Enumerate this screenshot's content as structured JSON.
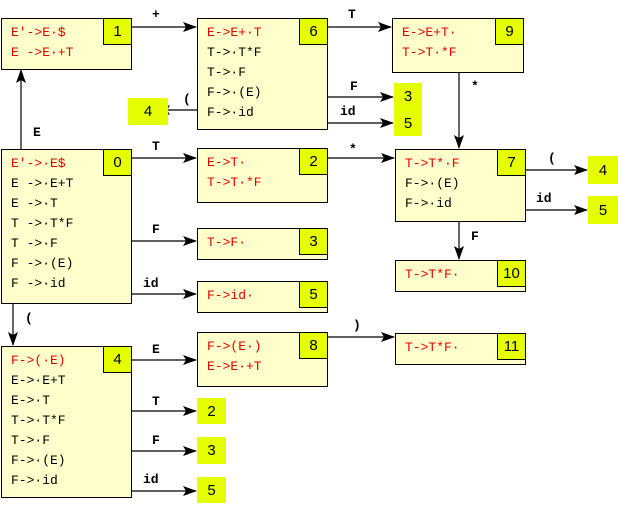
{
  "diagram": {
    "type": "LR(0) automaton",
    "colors": {
      "state_fill": "#ffffcc",
      "state_number_fill": "#e6ff00",
      "kernel_item": "#e00000",
      "closure_item": "#000000"
    },
    "states": {
      "s0": {
        "number": "0",
        "items": [
          {
            "text": "E'->·E$",
            "kernel": true
          },
          {
            "text": "E ->·E+T",
            "kernel": false
          },
          {
            "text": "E ->·T",
            "kernel": false
          },
          {
            "text": "T ->·T*F",
            "kernel": false
          },
          {
            "text": "T ->·F",
            "kernel": false
          },
          {
            "text": "F ->·(E)",
            "kernel": false
          },
          {
            "text": "F ->·id",
            "kernel": false
          }
        ]
      },
      "s1": {
        "number": "1",
        "items": [
          {
            "text": "E'->E·$",
            "kernel": true
          },
          {
            "text": "E ->E·+T",
            "kernel": true
          }
        ]
      },
      "s2": {
        "number": "2",
        "items": [
          {
            "text": "E->T·",
            "kernel": true
          },
          {
            "text": "T->T·*F",
            "kernel": true
          }
        ]
      },
      "s3": {
        "number": "3",
        "items": [
          {
            "text": "T->F·",
            "kernel": true
          }
        ]
      },
      "s4": {
        "number": "4",
        "items": [
          {
            "text": "F->(·E)",
            "kernel": true
          },
          {
            "text": "E->·E+T",
            "kernel": false
          },
          {
            "text": "E->·T",
            "kernel": false
          },
          {
            "text": "T->·T*F",
            "kernel": false
          },
          {
            "text": "T->·F",
            "kernel": false
          },
          {
            "text": "F->·(E)",
            "kernel": false
          },
          {
            "text": "F->·id",
            "kernel": false
          }
        ]
      },
      "s5": {
        "number": "5",
        "items": [
          {
            "text": "F->id·",
            "kernel": true
          }
        ]
      },
      "s6": {
        "number": "6",
        "items": [
          {
            "text": "E->E+·T",
            "kernel": true
          },
          {
            "text": "T->·T*F",
            "kernel": false
          },
          {
            "text": "T->·F",
            "kernel": false
          },
          {
            "text": "F->·(E)",
            "kernel": false
          },
          {
            "text": "F->·id",
            "kernel": false
          }
        ]
      },
      "s7": {
        "number": "7",
        "items": [
          {
            "text": "T->T*·F",
            "kernel": true
          },
          {
            "text": "F->·(E)",
            "kernel": false
          },
          {
            "text": "F->·id",
            "kernel": false
          }
        ]
      },
      "s8": {
        "number": "8",
        "items": [
          {
            "text": "F->(E·)",
            "kernel": true
          },
          {
            "text": "E->E·+T",
            "kernel": true
          }
        ]
      },
      "s9": {
        "number": "9",
        "items": [
          {
            "text": "E->E+T·",
            "kernel": true
          },
          {
            "text": "T->T·*F",
            "kernel": true
          }
        ]
      },
      "s10": {
        "number": "10",
        "items": [
          {
            "text": "T->T*F·",
            "kernel": true
          }
        ]
      },
      "s11": {
        "number": "11",
        "items": [
          {
            "text": "T->T*F·",
            "kernel": true
          }
        ]
      }
    },
    "transitions": [
      {
        "from": "0",
        "to": "1",
        "symbol": "E"
      },
      {
        "from": "0",
        "to": "2",
        "symbol": "T"
      },
      {
        "from": "0",
        "to": "3",
        "symbol": "F"
      },
      {
        "from": "0",
        "to": "5",
        "symbol": "id"
      },
      {
        "from": "0",
        "to": "4",
        "symbol": "("
      },
      {
        "from": "1",
        "to": "6",
        "symbol": "+"
      },
      {
        "from": "6",
        "to": "9",
        "symbol": "T"
      },
      {
        "from": "6",
        "to": "3",
        "symbol": "F"
      },
      {
        "from": "6",
        "to": "5",
        "symbol": "id"
      },
      {
        "from": "6",
        "to": "4",
        "symbol": "("
      },
      {
        "from": "9",
        "to": "7",
        "symbol": "*"
      },
      {
        "from": "2",
        "to": "7",
        "symbol": "*"
      },
      {
        "from": "7",
        "to": "4",
        "symbol": "("
      },
      {
        "from": "7",
        "to": "5",
        "symbol": "id"
      },
      {
        "from": "7",
        "to": "10",
        "symbol": "F"
      },
      {
        "from": "4",
        "to": "8",
        "symbol": "E"
      },
      {
        "from": "4",
        "to": "2",
        "symbol": "T"
      },
      {
        "from": "4",
        "to": "3",
        "symbol": "F"
      },
      {
        "from": "4",
        "to": "5",
        "symbol": "id"
      },
      {
        "from": "8",
        "to": "11",
        "symbol": ")"
      }
    ],
    "refs": {
      "r6_4": "4",
      "r6_3": "3",
      "r6_5": "5",
      "r7_4": "4",
      "r7_5": "5",
      "r4_2": "2",
      "r4_3": "3",
      "r4_5": "5"
    },
    "labels": {
      "l0_1": "E",
      "l0_2": "T",
      "l0_3": "F",
      "l0_5": "id",
      "l0_4": "(",
      "l1_6": "+",
      "l6_9": "T",
      "l6_3": "F",
      "l6_5": "id",
      "l6_4": "(",
      "l9_7": "*",
      "l2_7": "*",
      "l7_4": "(",
      "l7_5": "id",
      "l7_10": "F",
      "l4_8": "E",
      "l4_2": "T",
      "l4_3": "F",
      "l4_5": "id",
      "l8_11": ")"
    }
  }
}
